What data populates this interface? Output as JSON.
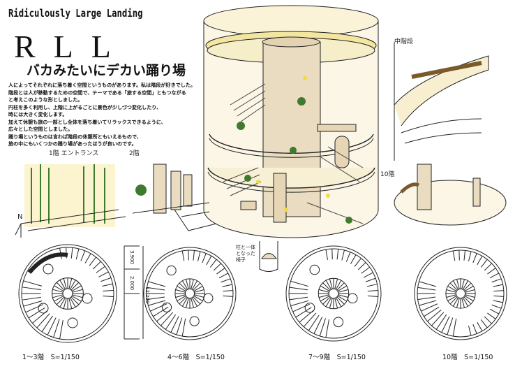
{
  "header": {
    "subtitle_en": "Ridiculously Large Landing",
    "title": "RLL",
    "subtitle_jp": "バカみたいにデカい踊り場"
  },
  "description": [
    "人によってそれぞれに落ち着く空間というものがあります。私は階段が好きでした。",
    "階段とは人が移動するための空間で、テーマである「旅する空間」ともつながる",
    "と考えこのような形としました。",
    "円柱を多く利用し、上階に上がるごとに景色が少しづつ変化したり、",
    "時には大きく変化します。",
    "加えて休憩も旅の一部とし全体を落ち着いてリラックスできるように、",
    "広々とした空間としました。",
    "踊り場というものは言わば階段の休憩所ともいえるもので、",
    "旅の中にもいくつかの踊り場があったほうが良いのです。"
  ],
  "sketch_labels": {
    "entrance": "1階 エントランス",
    "floor2": "2階",
    "middle_stairs": "中階段",
    "floor10": "10階",
    "chair_note": "柱と一体となった椅子",
    "north": "N"
  },
  "dimensions": [
    "3,900",
    "2,000",
    "12,200"
  ],
  "plans": [
    {
      "label": "1～3階　S=1/150"
    },
    {
      "label": "4～6階　S=1/150"
    },
    {
      "label": "7～9階　S=1/150"
    },
    {
      "label": "10階　S=1/150"
    }
  ],
  "colors": {
    "ink": "#222222",
    "wood": "#e9dcc0",
    "light": "#f3e98a",
    "green": "#3f7a2e"
  }
}
